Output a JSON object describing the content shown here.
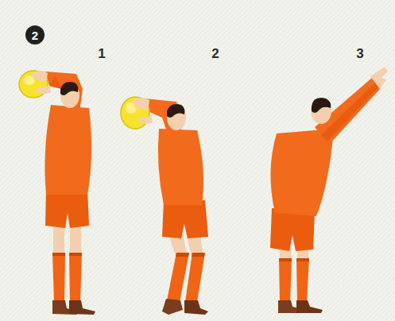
{
  "diagram": {
    "nodes": [
      {
        "text": [
          "2"
        ]
      }
    ],
    "labels": [
      "1",
      "2",
      "3"
    ]
  }
}
